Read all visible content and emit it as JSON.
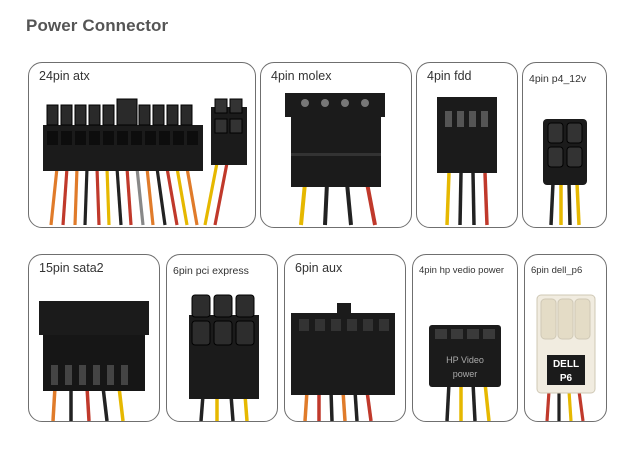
{
  "title": "Power Connector",
  "cards": [
    {
      "label": "24pin atx"
    },
    {
      "label": "4pin molex"
    },
    {
      "label": "4pin fdd"
    },
    {
      "label": "4pin p4_12v"
    },
    {
      "label": "15pin sata2"
    },
    {
      "label": "6pin pci express"
    },
    {
      "label": "6pin aux"
    },
    {
      "label": "4pin hp vedio power",
      "connector_text": [
        "HP Video",
        "power"
      ]
    },
    {
      "label": "6pin dell_p6",
      "connector_text": [
        "DELL",
        "P6"
      ]
    }
  ],
  "colors": {
    "frame": "#6f6f6f",
    "plastic": "#1b1b1b",
    "wire_yellow": "#e6b800",
    "wire_red": "#c0392b",
    "wire_orange": "#e07b2a",
    "wire_black": "#222222"
  }
}
